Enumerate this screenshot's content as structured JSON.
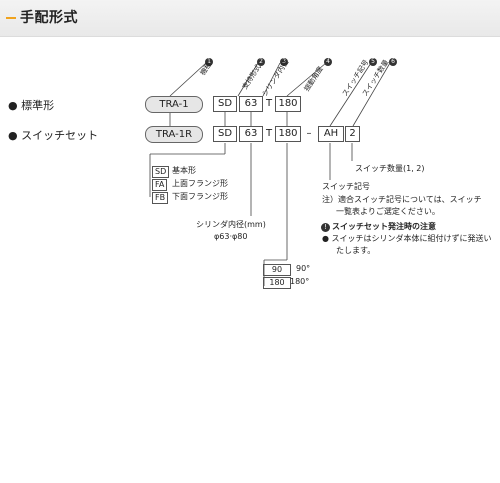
{
  "header": {
    "title": "手配形式"
  },
  "rows": {
    "standard": {
      "label": "● 標準形",
      "model": "TRA-1"
    },
    "switch_set": {
      "label": "● スイッチセット",
      "model": "TRA-1R"
    }
  },
  "code": {
    "support": "SD",
    "bore": "63",
    "sep": "T",
    "angle": "180",
    "dash": "–",
    "switch": "AH",
    "qty": "2"
  },
  "callouts": [
    {
      "num": "1",
      "text": "機種"
    },
    {
      "num": "2",
      "text": "支持形式"
    },
    {
      "num": "3",
      "text": "シリンダ内径"
    },
    {
      "num": "4",
      "text": "揺動角度"
    },
    {
      "num": "5",
      "text": "スイッチ記号"
    },
    {
      "num": "6",
      "text": "スイッチ数量"
    }
  ],
  "support_types": [
    {
      "code": "SD",
      "desc": "基本形"
    },
    {
      "code": "FA",
      "desc": "上面フランジ形"
    },
    {
      "code": "FB",
      "desc": "下面フランジ形"
    }
  ],
  "bore": {
    "title": "シリンダ内径(mm)",
    "values": "φ63·φ80"
  },
  "angles": [
    {
      "code": "90",
      "desc": "90°"
    },
    {
      "code": "180",
      "desc": "180°"
    }
  ],
  "switch_qty": "スイッチ数量(1, 2)",
  "switch_symbol": {
    "title": "スイッチ記号",
    "note1": "注）適合スイッチ記号については、スイッチ",
    "note2": "一覧表よりご選定ください。"
  },
  "caution": {
    "title": "スイッチセット発注時の注意",
    "line1": "● スイッチはシリンダ本体に組付けずに発送い",
    "line2": "たします。"
  }
}
